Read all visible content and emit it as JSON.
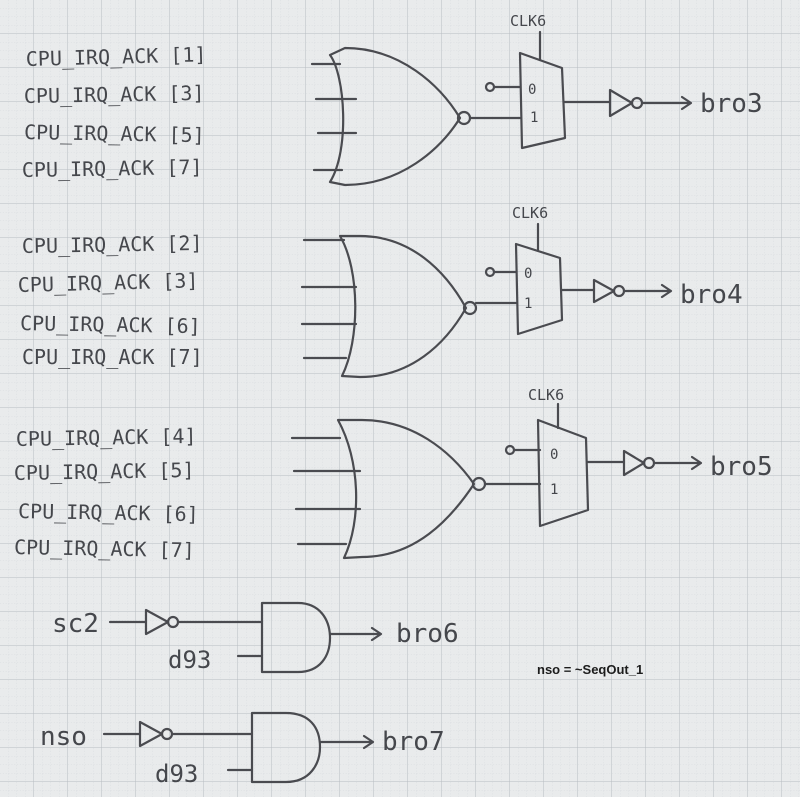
{
  "note": "nso = ~SeqOut_1",
  "blocks": [
    {
      "inputs": [
        "CPU_IRQ_ACK [1]",
        "CPU_IRQ_ACK [3]",
        "CPU_IRQ_ACK [5]",
        "CPU_IRQ_ACK [7]"
      ],
      "gate": "NOR",
      "mux": {
        "select": "CLK6",
        "in0": "0",
        "in1": "1"
      },
      "output": "bro3"
    },
    {
      "inputs": [
        "CPU_IRQ_ACK [2]",
        "CPU_IRQ_ACK [3]",
        "CPU_IRQ_ACK [6]",
        "CPU_IRQ_ACK [7]"
      ],
      "gate": "NOR",
      "mux": {
        "select": "CLK6",
        "in0": "0",
        "in1": "1"
      },
      "output": "bro4"
    },
    {
      "inputs": [
        "CPU_IRQ_ACK [4]",
        "CPU_IRQ_ACK [5]",
        "CPU_IRQ_ACK [6]",
        "CPU_IRQ_ACK [7]"
      ],
      "gate": "NOR",
      "mux": {
        "select": "CLK6",
        "in0": "0",
        "in1": "1"
      },
      "output": "bro5"
    }
  ],
  "and_blocks": [
    {
      "inverted_input": "sc2",
      "second_input": "d93",
      "gate": "AND",
      "output": "bro6"
    },
    {
      "inverted_input": "nso",
      "second_input": "d93",
      "gate": "AND",
      "output": "bro7"
    }
  ]
}
